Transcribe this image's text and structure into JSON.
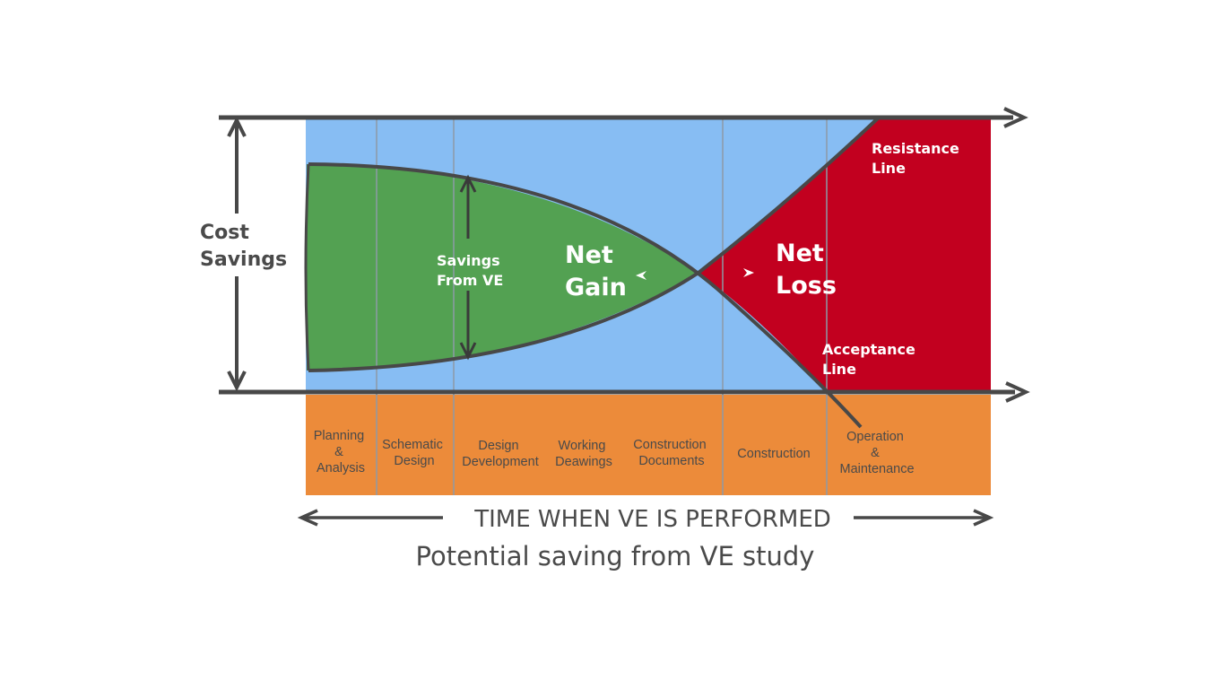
{
  "y_axis_label": [
    "Cost",
    "Savings"
  ],
  "savings_label": [
    "Savings",
    "From VE"
  ],
  "net_gain_label": [
    "Net",
    "Gain"
  ],
  "net_loss_label": [
    "Net",
    "Loss"
  ],
  "resistance_label": [
    "Resistance",
    "Line"
  ],
  "acceptance_label": [
    "Acceptance",
    "Line"
  ],
  "phases": [
    [
      "Planning",
      "&",
      "Analysis"
    ],
    [
      "Schematic",
      "Design"
    ],
    [
      "Design",
      "Development"
    ],
    [
      "Working",
      "Deawings"
    ],
    [
      "Construction",
      "Documents"
    ],
    [
      "Construction"
    ],
    [
      "Operation",
      "&",
      "Maintenance"
    ]
  ],
  "time_label": "TIME WHEN VE IS PERFORMED",
  "caption": "Potential saving from VE study",
  "colors": {
    "sky": "#87bdf3",
    "gain": "#53a152",
    "loss": "#c2001f",
    "phase_band": "#ec8b3a",
    "axis": "#484848",
    "divider": "#8d9aa6"
  }
}
